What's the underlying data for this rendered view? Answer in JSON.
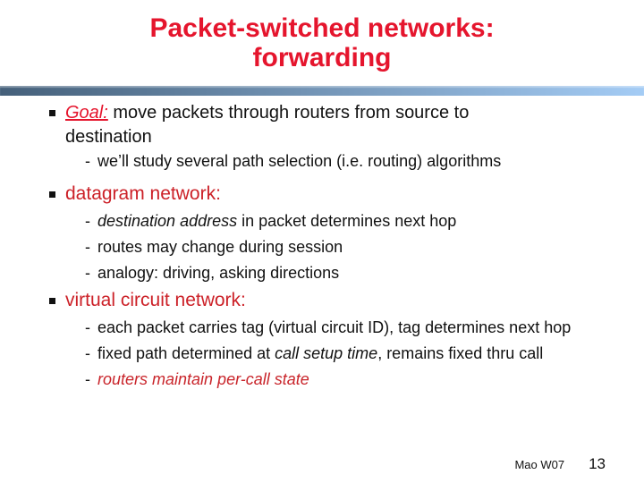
{
  "title": {
    "line1": "Packet-switched networks:",
    "line2": "forwarding"
  },
  "glyphs": {
    "square_bullet": "▪",
    "dash": "-"
  },
  "colors": {
    "title_red": "#e5152d",
    "section_header_red": "#cc2128",
    "emphasis_red": "#c9252b",
    "body_black": "#111111",
    "divider_gradient_left": "#45607a",
    "divider_gradient_right": "#a4ccf5"
  },
  "sections": [
    {
      "heading": "Goal:",
      "heading_style": "red-italic-underline",
      "heading_rest": " move packets through routers from source to destination",
      "subs": [
        {
          "runs": [
            {
              "t": "we’ll study several path selection (i.e. routing) algorithms",
              "s": "plain"
            }
          ]
        }
      ]
    },
    {
      "heading": "datagram network:",
      "heading_style": "red",
      "subs": [
        {
          "runs": [
            {
              "t": "destination address",
              "s": "italic"
            },
            {
              "t": "  in packet determines next hop",
              "s": "plain"
            }
          ]
        },
        {
          "runs": [
            {
              "t": "routes may change during session",
              "s": "plain"
            }
          ]
        },
        {
          "runs": [
            {
              "t": "analogy: driving, asking directions",
              "s": "plain"
            }
          ]
        }
      ]
    },
    {
      "heading": "virtual circuit network:",
      "heading_style": "red",
      "subs": [
        {
          "runs": [
            {
              "t": "each packet carries tag  (virtual circuit ID), tag determines next hop",
              "s": "plain"
            }
          ]
        },
        {
          "runs": [
            {
              "t": "fixed path determined at ",
              "s": "plain"
            },
            {
              "t": "call setup time",
              "s": "italic"
            },
            {
              "t": ", remains fixed thru call",
              "s": "plain"
            }
          ]
        },
        {
          "runs": [
            {
              "t": "routers maintain per-call state",
              "s": "red-italic"
            }
          ]
        }
      ]
    }
  ],
  "footer": {
    "course": "Mao W07",
    "page_number": "13"
  }
}
